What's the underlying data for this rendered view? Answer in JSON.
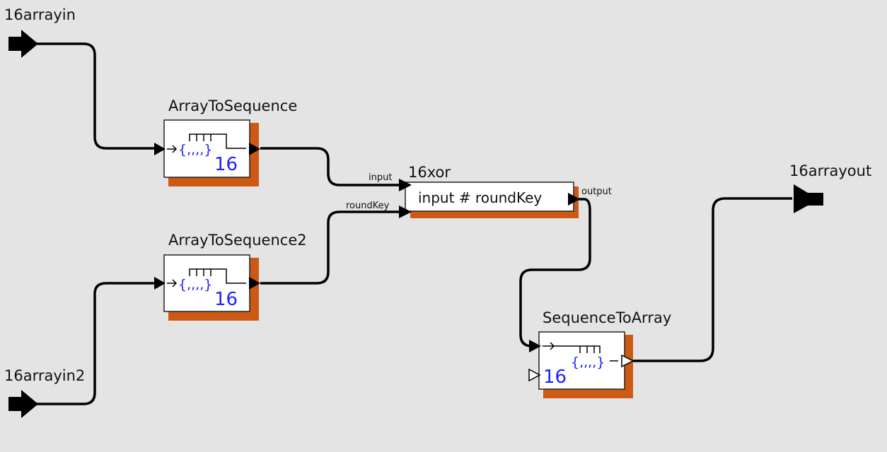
{
  "ports": {
    "in1": "16arrayin",
    "in2": "16arrayin2",
    "out": "16arrayout"
  },
  "actors": {
    "a2s1": {
      "title": "ArrayToSequence",
      "num": "16",
      "braces": "{,,,,}"
    },
    "a2s2": {
      "title": "ArrayToSequence2",
      "num": "16",
      "braces": "{,,,,}"
    },
    "xor": {
      "title": "16xor",
      "expression": "input # roundKey",
      "port_input": "input",
      "port_roundkey": "roundKey",
      "port_output": "output"
    },
    "s2a": {
      "title": "SequenceToArray",
      "num": "16",
      "braces": "{,,,,}"
    }
  },
  "colors": {
    "background": "#e4e4e4",
    "actor_shadow": "#cc5a14",
    "accent_text": "#1f1fff"
  }
}
